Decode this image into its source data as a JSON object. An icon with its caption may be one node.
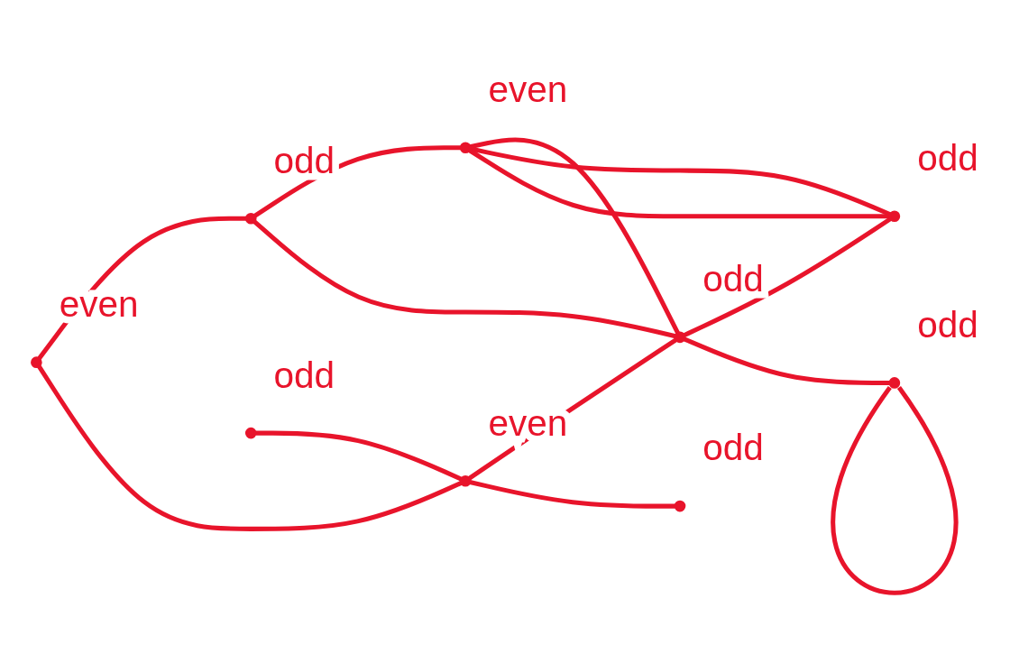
{
  "diagram": {
    "nodes": [
      {
        "text": [],
        "shape": "circle",
        "beside": [
          "even"
        ]
      },
      {
        "text": [],
        "shape": "circle",
        "beside": [
          "odd"
        ]
      },
      {
        "text": [],
        "shape": "circle",
        "beside": [
          "even"
        ]
      },
      {
        "text": [],
        "shape": "circle",
        "beside": [
          "odd"
        ]
      },
      {
        "text": [],
        "shape": "circle",
        "beside": [
          "even"
        ]
      },
      {
        "text": [],
        "shape": "circle",
        "beside": [
          "odd"
        ]
      },
      {
        "text": [],
        "shape": "circle",
        "beside": [
          "odd"
        ]
      },
      {
        "text": [],
        "shape": "circle",
        "beside": [
          "odd"
        ]
      },
      {
        "text": [],
        "shape": "circle",
        "beside": [
          "odd"
        ]
      }
    ],
    "edges": [
      {
        "from": 0,
        "to": 1,
        "arrow": "none"
      },
      {
        "from": 1,
        "to": 2,
        "arrow": "none"
      },
      {
        "from": 0,
        "to": 4,
        "arrow": "none"
      },
      {
        "from": 1,
        "to": 5,
        "arrow": "none"
      },
      {
        "from": 2,
        "to": 5,
        "arrow": "none"
      },
      {
        "from": 2,
        "to": 6,
        "arrow": "none"
      },
      {
        "from": 2,
        "to": 6,
        "arrow": "none"
      },
      {
        "from": 3,
        "to": 4,
        "arrow": "none"
      },
      {
        "from": 4,
        "to": 5,
        "arrow": "none"
      },
      {
        "from": 5,
        "to": 6,
        "arrow": "none"
      },
      {
        "from": 4,
        "to": 8,
        "arrow": "none"
      },
      {
        "from": 5,
        "to": 7,
        "arrow": "none"
      },
      {
        "from": 7,
        "to": 7,
        "arrow": "none"
      }
    ]
  }
}
